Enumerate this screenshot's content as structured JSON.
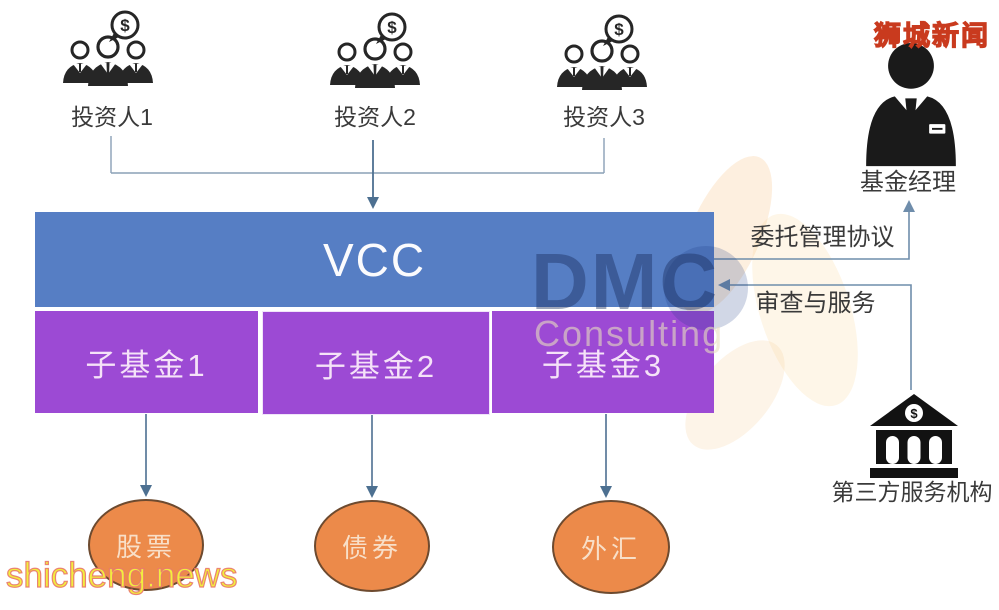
{
  "diagram": {
    "investors": [
      {
        "label": "投资人1"
      },
      {
        "label": "投资人2"
      },
      {
        "label": "投资人3"
      }
    ],
    "fund_manager": {
      "label": "基金经理"
    },
    "vcc": {
      "label": "VCC"
    },
    "sub_funds": [
      {
        "label": "子基金1"
      },
      {
        "label": "子基金2"
      },
      {
        "label": "子基金3"
      }
    ],
    "assets": [
      {
        "label": "股票"
      },
      {
        "label": "债券"
      },
      {
        "label": "外汇"
      }
    ],
    "third_party": {
      "label": "第三方服务机构"
    },
    "relations": {
      "delegation": "委托管理协议",
      "review_service": "审查与服务"
    },
    "dollar_sign": "$"
  },
  "watermarks": {
    "site_top_right": "狮城新闻",
    "site_bottom_left": "shicheng.news",
    "brand_line1": "DMC",
    "brand_line2": "Consulting"
  },
  "colors": {
    "vcc_blue": "#567ec4",
    "sub_fund_purple": "#9c4ad4",
    "asset_orange": "#ec8a4a",
    "asset_border": "#6d4a2f",
    "icon_black": "#262626",
    "connector_gray_blue": "#8aa0b6",
    "arrow_steel_blue": "#4d7091",
    "watermark_yellow": "#f5e80c",
    "watermark_red_outline": "#c93a1e"
  }
}
